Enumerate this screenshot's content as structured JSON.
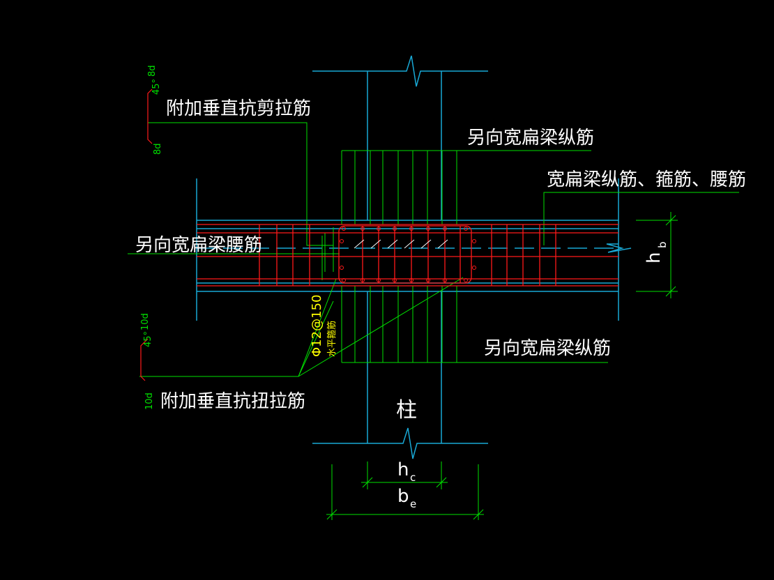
{
  "colors": {
    "background": "#000000",
    "cyan": "#19a9d6",
    "green": "#00e000",
    "red": "#ff1a1a",
    "white": "#ffffff",
    "yellow": "#ffff00"
  },
  "labels": {
    "shear_tie": "附加垂直抗剪拉筋",
    "other_beam_top": "另向宽扁梁纵筋",
    "main_beam_bars": "宽扁梁纵筋、箍筋、腰筋",
    "other_beam_waist": "另向宽扁梁腰筋",
    "other_beam_bottom": "另向宽扁梁纵筋",
    "torsion_tie": "附加垂直抗扭拉筋",
    "column": "柱",
    "rebar_spec": "Φ12@150",
    "stirrup_note": "水平箍筋"
  },
  "dims": {
    "hb_main": "h",
    "hb_sub": "b",
    "hc_main": "h",
    "hc_sub": "c",
    "be_main": "b",
    "be_sub": "e"
  },
  "hooks": {
    "top_a": "8d",
    "top_b": "8d",
    "top_angle": "45°",
    "bottom_a": "10d",
    "bottom_b": "10d",
    "bottom_angle": "45°"
  }
}
